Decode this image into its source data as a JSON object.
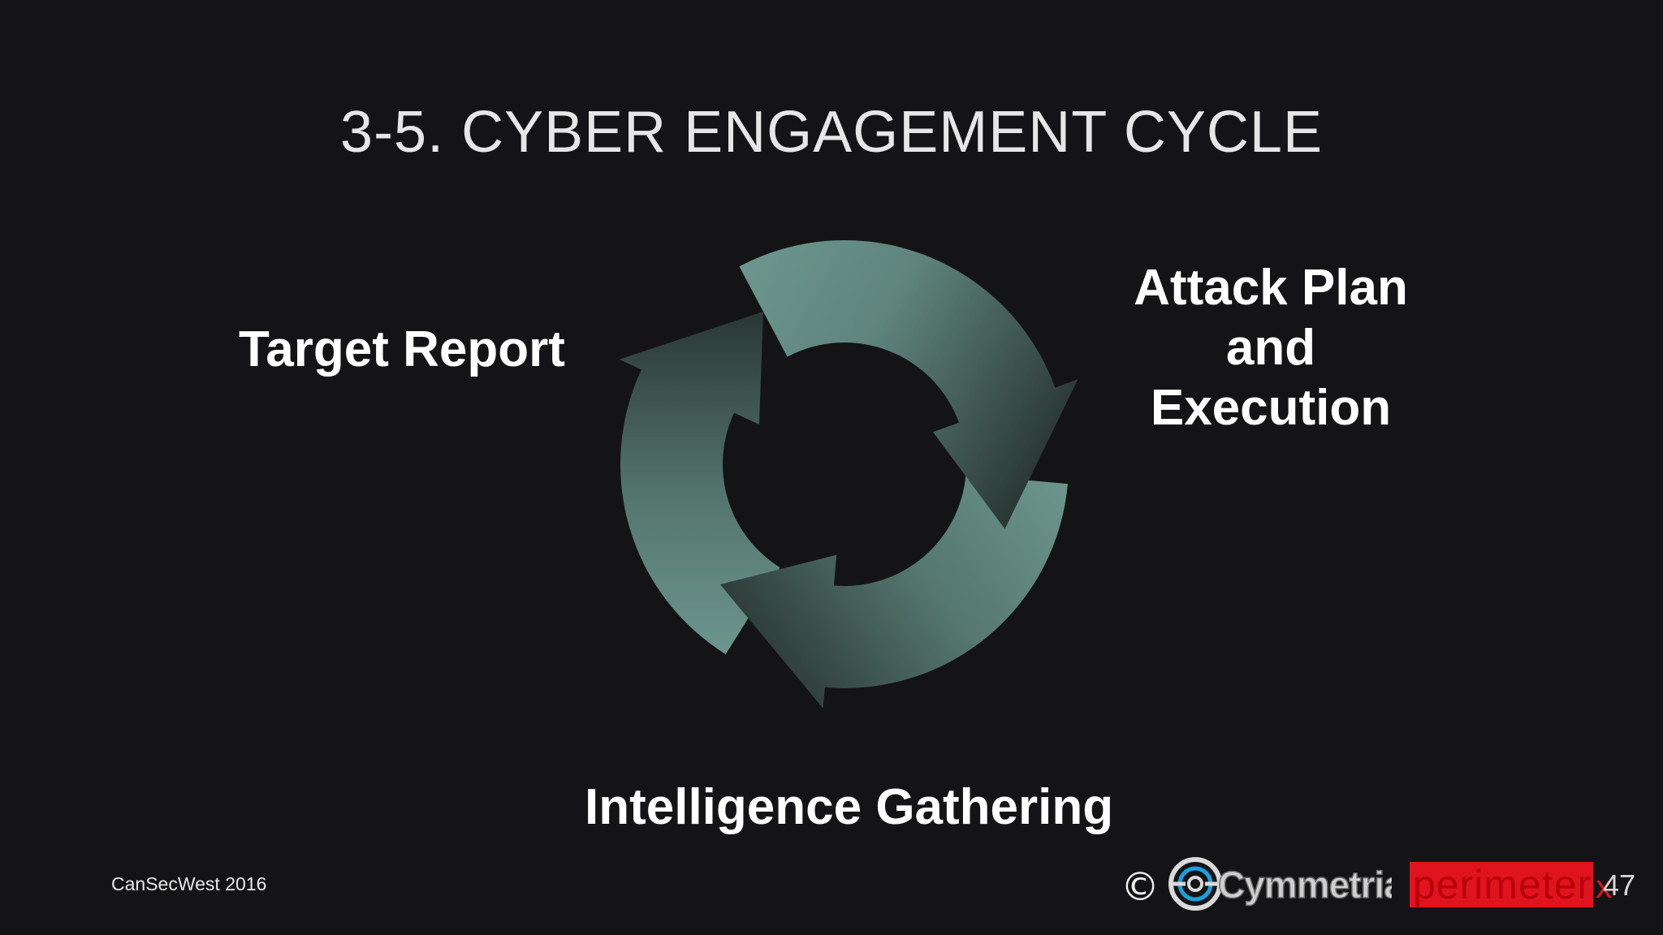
{
  "slide": {
    "title": "3-5. CYBER ENGAGEMENT CYCLE",
    "page_number": "47"
  },
  "cycle": {
    "stages": [
      {
        "lines": [
          "Target Report"
        ]
      },
      {
        "lines": [
          "Attack Plan",
          "and",
          "Execution"
        ]
      },
      {
        "lines": [
          "Intelligence Gathering"
        ]
      }
    ],
    "arrow_light_color": "#6e9990",
    "arrow_dark_color": "#2b3835",
    "icon": "three-arrow-cycle-icon"
  },
  "footer": {
    "event": "CanSecWest 2016",
    "copyright_symbol": "©",
    "logos": [
      {
        "name": "cymmetria-logo",
        "text": "Cymmetria",
        "color": "#d9d9d9",
        "accent": "#1aa0e0"
      },
      {
        "name": "perimeterx-logo",
        "text": "perimeter",
        "suffix": "x",
        "color": "#e0141e"
      }
    ]
  }
}
